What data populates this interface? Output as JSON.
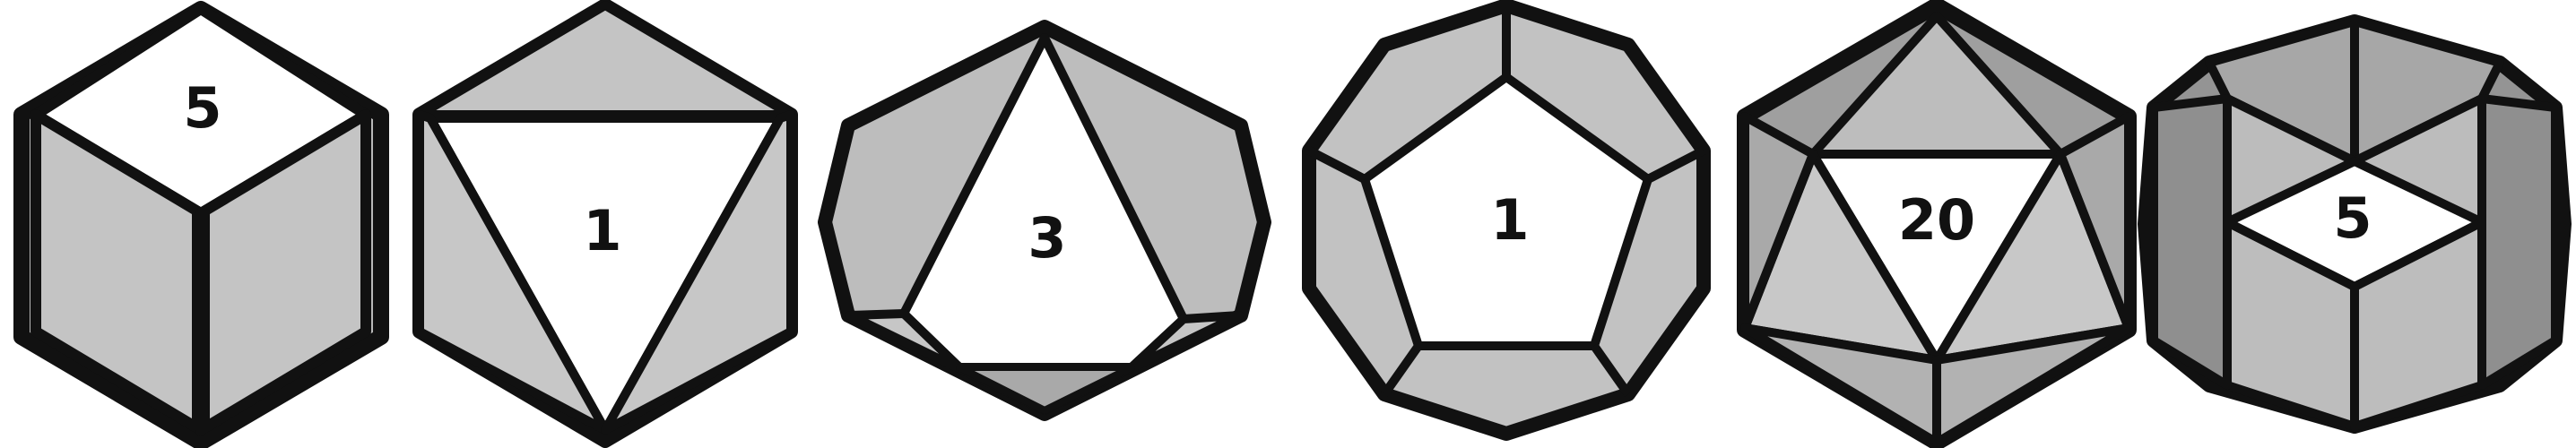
{
  "dice": [
    {
      "type": "d6",
      "label": "5"
    },
    {
      "type": "d4",
      "label": "1"
    },
    {
      "type": "d8",
      "label": "3"
    },
    {
      "type": "d12",
      "label": "1"
    },
    {
      "type": "d20",
      "label": "20"
    },
    {
      "type": "d10",
      "label": "5"
    }
  ],
  "colors": {
    "outline": "#111111",
    "face_light": "#c2c2c2",
    "face_mid": "#a8a8a8",
    "face_dark": "#8f8f8f",
    "face_white": "#ffffff"
  }
}
